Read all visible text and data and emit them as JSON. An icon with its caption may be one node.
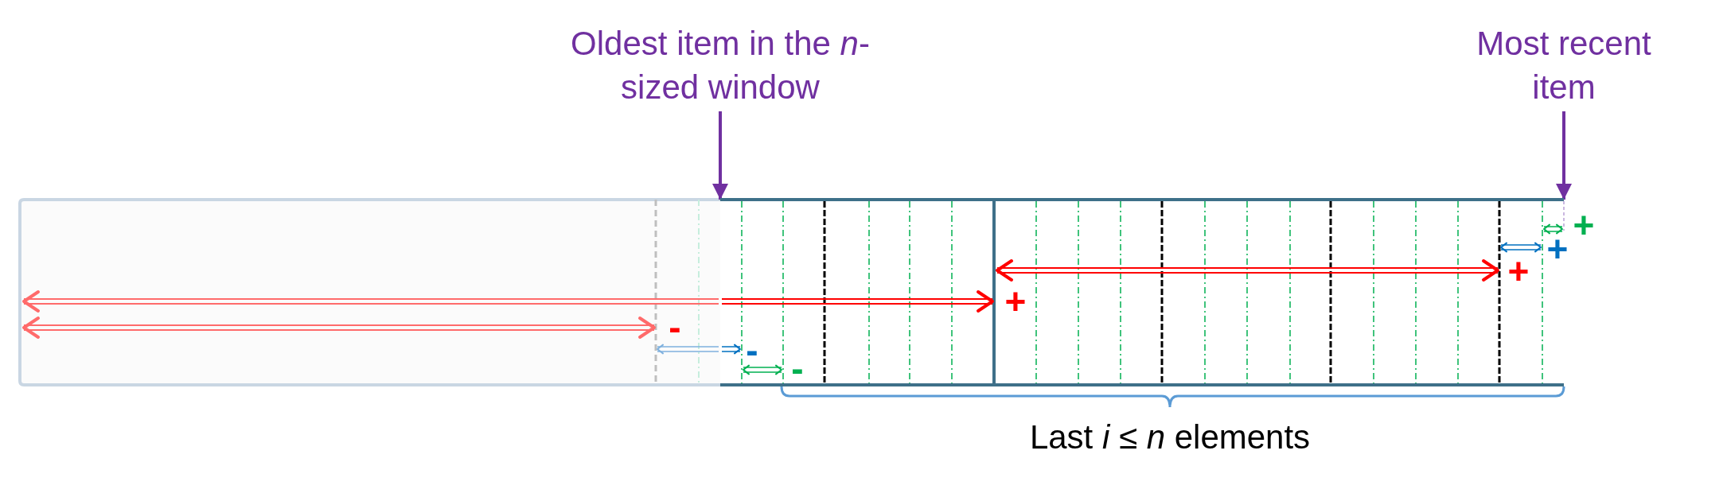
{
  "diagram": {
    "nodes": [
      {
        "text": [
          "Oldest item in the *n*-sized window"
        ]
      },
      {
        "text": [
          "Most recent item"
        ]
      },
      {
        "text": [],
        "shape": "bar"
      }
    ],
    "edges": [
      {
        "from": 0,
        "to": 2,
        "arrow": "to"
      },
      {
        "from": 1,
        "to": 2,
        "arrow": "to"
      }
    ],
    "labels": [
      "+",
      "+",
      "+",
      "+",
      "-",
      "-",
      "-",
      "Last *i* ≤ *n* elements"
    ]
  }
}
